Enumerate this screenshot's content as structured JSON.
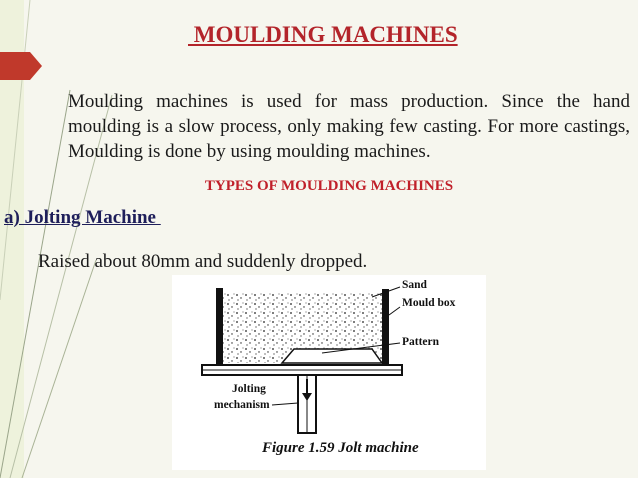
{
  "slide": {
    "title": " MOULDING MACHINES",
    "paragraph": "Moulding machines is used for mass production. Since the hand moulding is a slow process, only making few casting. For more castings, Moulding is done by using moulding machines.",
    "subheading": "TYPES OF MOULDING MACHINES",
    "section_heading": "a) Jolting Machine ",
    "description": "Raised about 80mm and suddenly dropped."
  },
  "figure": {
    "labels": {
      "sand": "Sand",
      "mould_box": "Mould box",
      "pattern": "Pattern",
      "mechanism_line1": "Jolting",
      "mechanism_line2": "mechanism"
    },
    "caption": "Figure 1.59 Jolt machine"
  },
  "colors": {
    "title": "#b3242a",
    "subheading": "#c0202a",
    "section_heading": "#1e1e5a",
    "accent_tab": "#c0392b",
    "background": "#f6f6ee"
  }
}
